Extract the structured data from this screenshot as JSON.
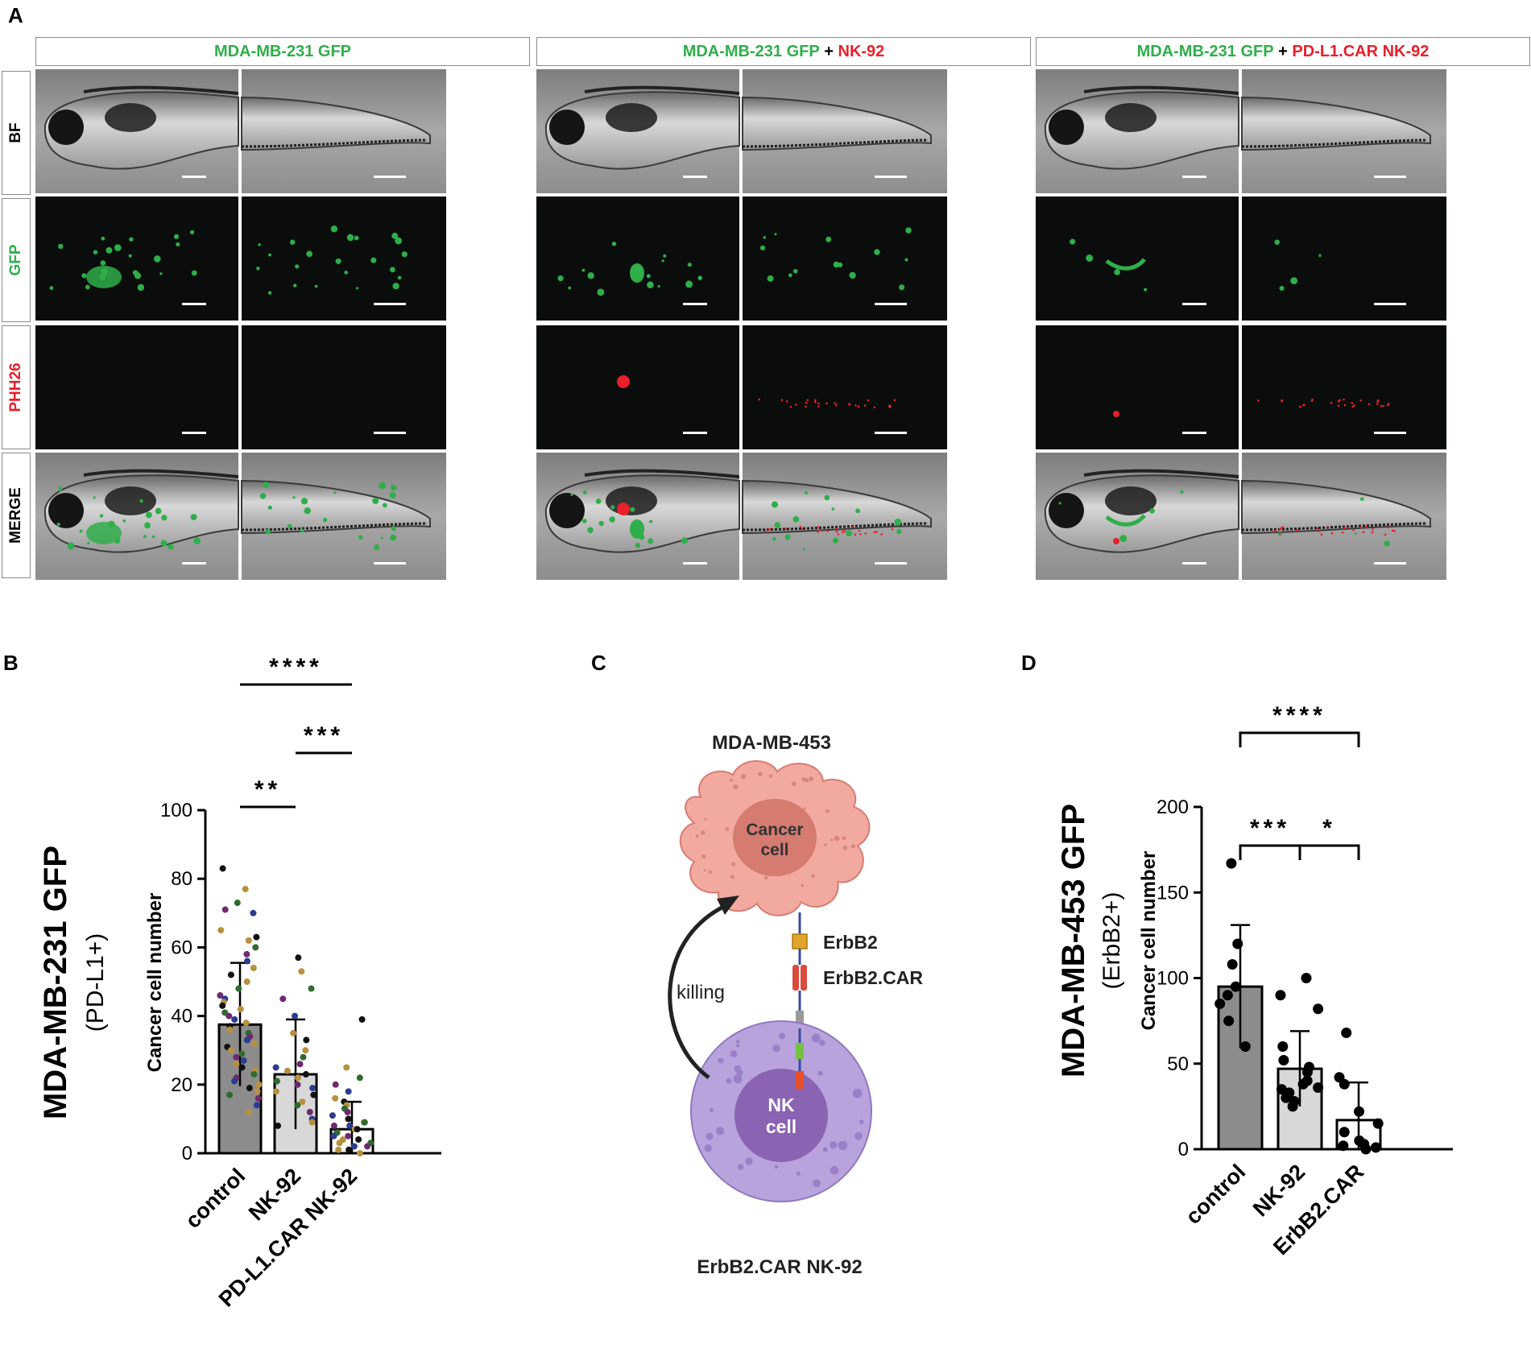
{
  "panels": {
    "a": "A",
    "b": "B",
    "c": "C",
    "d": "D"
  },
  "panel_a": {
    "col1": {
      "green": "MDA-MB-231 GFP"
    },
    "col2": {
      "green": "MDA-MB-231 GFP",
      "plus": " + ",
      "red": "NK-92"
    },
    "col3": {
      "green": "MDA-MB-231 GFP",
      "plus": " + ",
      "red": "PD-L1.CAR NK-92"
    },
    "rows": [
      "BF",
      "GFP",
      "PHH26",
      "MERGE"
    ]
  },
  "colors": {
    "green": "#2fae4a",
    "red": "#e8202a",
    "cell_pink": "#f2a9a0",
    "nk_purple": "#b8a3dc"
  },
  "chart_data": [
    {
      "type": "bar",
      "panel": "B",
      "title": "MDA-MB-231 GFP",
      "subtitle": "(PD-L1+)",
      "ylabel": "Cancer cell number",
      "ylim": [
        0,
        100
      ],
      "yticks": [
        0,
        20,
        40,
        60,
        80,
        100
      ],
      "categories": [
        "control",
        "NK-92",
        "PD-L1.CAR NK-92"
      ],
      "values": [
        37.5,
        23,
        7
      ],
      "errors": [
        18,
        16,
        8
      ],
      "significance": [
        {
          "pair": [
            0,
            2
          ],
          "label": "****"
        },
        {
          "pair": [
            1,
            2
          ],
          "label": "***"
        },
        {
          "pair": [
            0,
            1
          ],
          "label": "**"
        }
      ],
      "points": [
        [
          83,
          77,
          73,
          71,
          70,
          65,
          63,
          62,
          60,
          58,
          56,
          54,
          52,
          50,
          48,
          46,
          45,
          44,
          43,
          42,
          41,
          40,
          39,
          38,
          37,
          36,
          35,
          34,
          33,
          32,
          31,
          30,
          29,
          28,
          27,
          26,
          25,
          24,
          23,
          22,
          21,
          20,
          19,
          18,
          17,
          16,
          14,
          12
        ],
        [
          57,
          53,
          48,
          45,
          40,
          35,
          33,
          30,
          28,
          26,
          25,
          24,
          23,
          22,
          21,
          20,
          19,
          18,
          17,
          15,
          14,
          12,
          10,
          9,
          8
        ],
        [
          39,
          25,
          22,
          20,
          18,
          16,
          15,
          14,
          13,
          12,
          11,
          10,
          10,
          9,
          9,
          8,
          8,
          7,
          7,
          6,
          6,
          5,
          5,
          4,
          4,
          3,
          3,
          2,
          2,
          1,
          1,
          0
        ]
      ]
    },
    {
      "type": "bar",
      "panel": "D",
      "title": "MDA-MB-453 GFP",
      "subtitle": "(ErbB2+)",
      "ylabel": "Cancer cell number",
      "ylim": [
        0,
        200
      ],
      "yticks": [
        0,
        50,
        100,
        150,
        200
      ],
      "categories": [
        "control",
        "NK-92",
        "ErbB2.CAR"
      ],
      "values": [
        95,
        47,
        17
      ],
      "errors": [
        36,
        22,
        22
      ],
      "significance": [
        {
          "pair": [
            0,
            2
          ],
          "label": "****"
        },
        {
          "pair": [
            0,
            1
          ],
          "label": "***"
        },
        {
          "pair": [
            1,
            2
          ],
          "label": "*"
        }
      ],
      "points": [
        [
          167,
          120,
          108,
          95,
          90,
          85,
          75,
          60
        ],
        [
          100,
          90,
          82,
          60,
          52,
          48,
          45,
          40,
          38,
          36,
          35,
          33,
          30,
          28,
          25
        ],
        [
          68,
          42,
          38,
          22,
          15,
          10,
          5,
          3,
          2,
          1,
          0
        ]
      ]
    }
  ],
  "diagram": {
    "cancer_title": "MDA-MB-453",
    "cancer_label_1": "Cancer",
    "cancer_label_2": "cell",
    "erbb2": "ErbB2",
    "erbb2car": "ErbB2.CAR",
    "killing": "killing",
    "nk_label_1": "NK",
    "nk_label_2": "cell",
    "nk_title": "ErbB2.CAR NK-92"
  }
}
